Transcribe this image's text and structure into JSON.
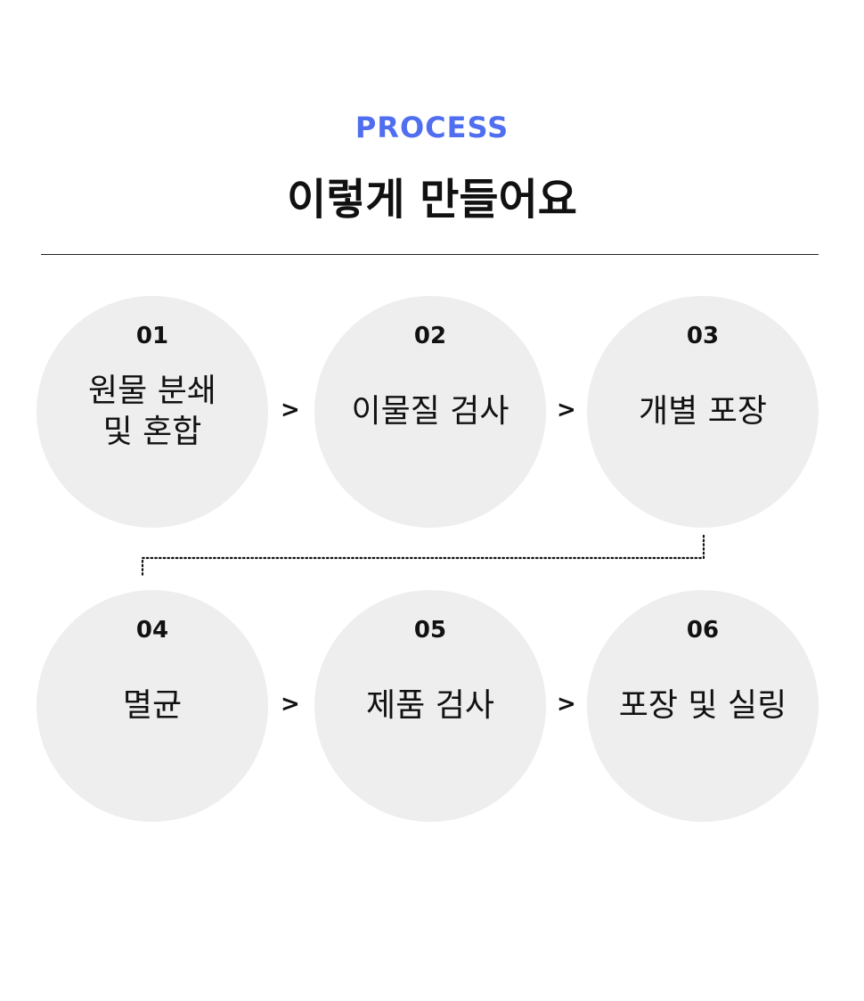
{
  "header": {
    "eyebrow": "PROCESS",
    "title": "이렇게 만들어요"
  },
  "steps": [
    {
      "num": "01",
      "label": "원물 분쇄\n및 혼합"
    },
    {
      "num": "02",
      "label": "이물질 검사"
    },
    {
      "num": "03",
      "label": "개별 포장"
    },
    {
      "num": "04",
      "label": "멸균"
    },
    {
      "num": "05",
      "label": "제품 검사"
    },
    {
      "num": "06",
      "label": "포장 및 실링"
    }
  ],
  "arrow_glyph": ">"
}
